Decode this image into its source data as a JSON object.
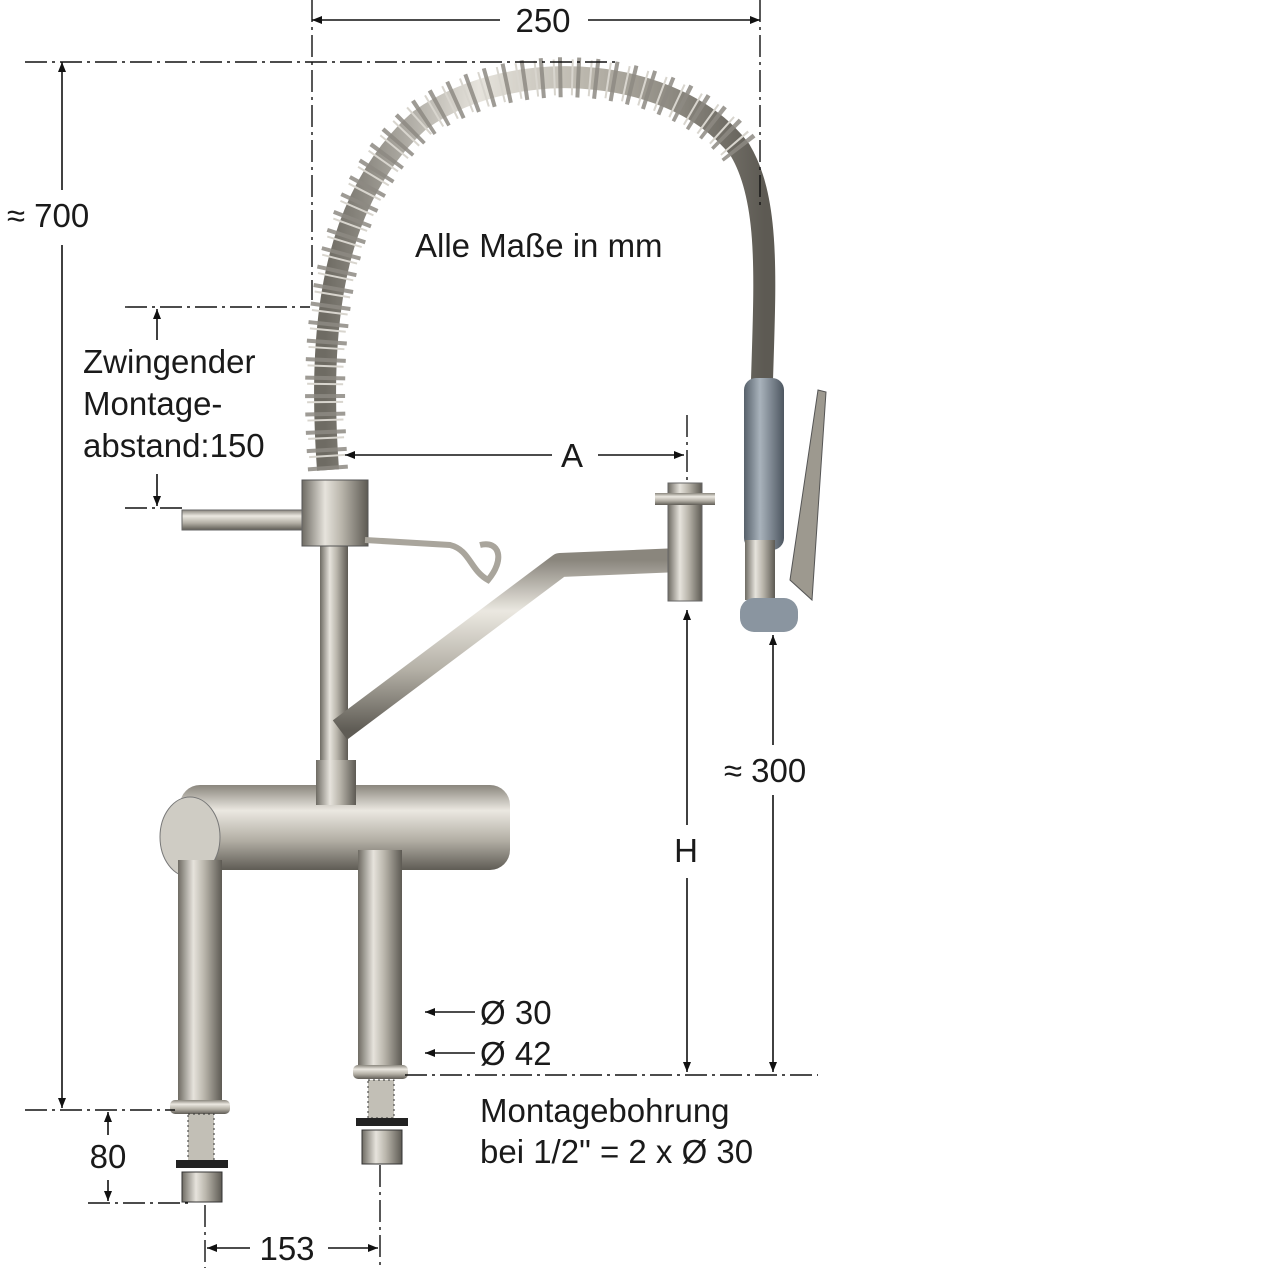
{
  "drawing": {
    "note": "Alle Maße in mm",
    "width_label": "250",
    "height_label": "≈ 700",
    "spacing_label_lines": [
      "Zwingender",
      "Montage-",
      "abstand:150"
    ],
    "reach_label": "A",
    "spout_height_label": "H",
    "spray_height_label": "≈ 300",
    "diameter_small_label": "Ø 30",
    "diameter_large_label": "Ø 42",
    "mounting_lines": [
      "Montagebohrung",
      "bei 1/2\" = 2 x Ø 30"
    ],
    "connection_length_label": "80",
    "leg_spacing_label": "153"
  },
  "colors": {
    "metal": "#b8b4aa",
    "grip": "#7c8894",
    "line": "#111111"
  }
}
